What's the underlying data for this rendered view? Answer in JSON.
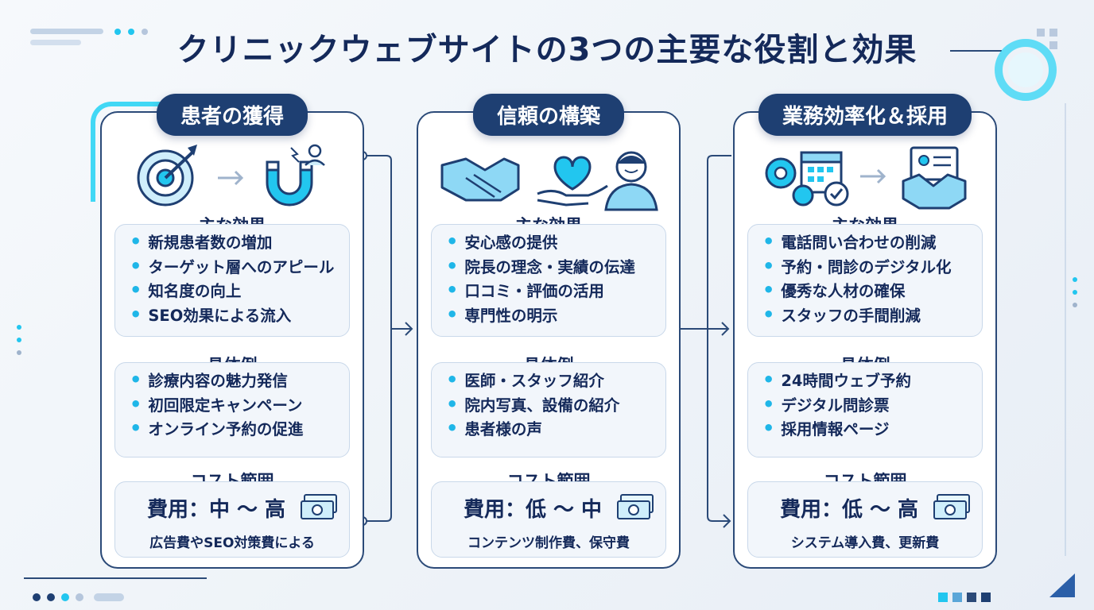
{
  "title": "クリニックウェブサイトの3つの主要な役割と効果",
  "cards": [
    {
      "heading": "患者の獲得",
      "effects_title": "主な効果",
      "effects": [
        "新規患者数の増加",
        "ターゲット層へのアピール",
        "知名度の向上",
        "SEO効果による流入"
      ],
      "examples_title": "具体例",
      "examples": [
        "診療内容の魅力発信",
        "初回限定キャンペーン",
        "オンライン予約の促進"
      ],
      "cost_title": "コスト範囲",
      "cost": "費用：中 〜 高",
      "cost_note": "広告費やSEO対策費による",
      "icons": [
        "target-icon",
        "arrow-right-icon",
        "magnet-person-icon"
      ]
    },
    {
      "heading": "信頼の構築",
      "effects_title": "主な効果",
      "effects": [
        "安心感の提供",
        "院長の理念・実績の伝達",
        "口コミ・評価の活用",
        "専門性の明示"
      ],
      "examples_title": "具体例",
      "examples": [
        "医師・スタッフ紹介",
        "院内写真、設備の紹介",
        "患者様の声"
      ],
      "cost_title": "コスト範囲",
      "cost": "費用：低 〜 中",
      "cost_note": "コンテンツ制作費、保守費",
      "icons": [
        "handshake-icon",
        "heart-hand-icon",
        "doctor-icon"
      ]
    },
    {
      "heading": "業務効率化＆採用",
      "effects_title": "主な効果",
      "effects": [
        "電話問い合わせの削減",
        "予約・問診のデジタル化",
        "優秀な人材の確保",
        "スタッフの手間削減"
      ],
      "examples_title": "具体例",
      "examples": [
        "24時間ウェブ予約",
        "デジタル問診票",
        "採用情報ページ"
      ],
      "cost_title": "コスト範囲",
      "cost": "費用：低 〜 高",
      "cost_note": "システム導入費、更新費",
      "icons": [
        "gear-calendar-icon",
        "arrow-right-icon",
        "hiring-handshake-icon"
      ]
    }
  ],
  "colors": {
    "navy": "#1e3f72",
    "accent": "#22d3f5",
    "text": "#14295a"
  }
}
